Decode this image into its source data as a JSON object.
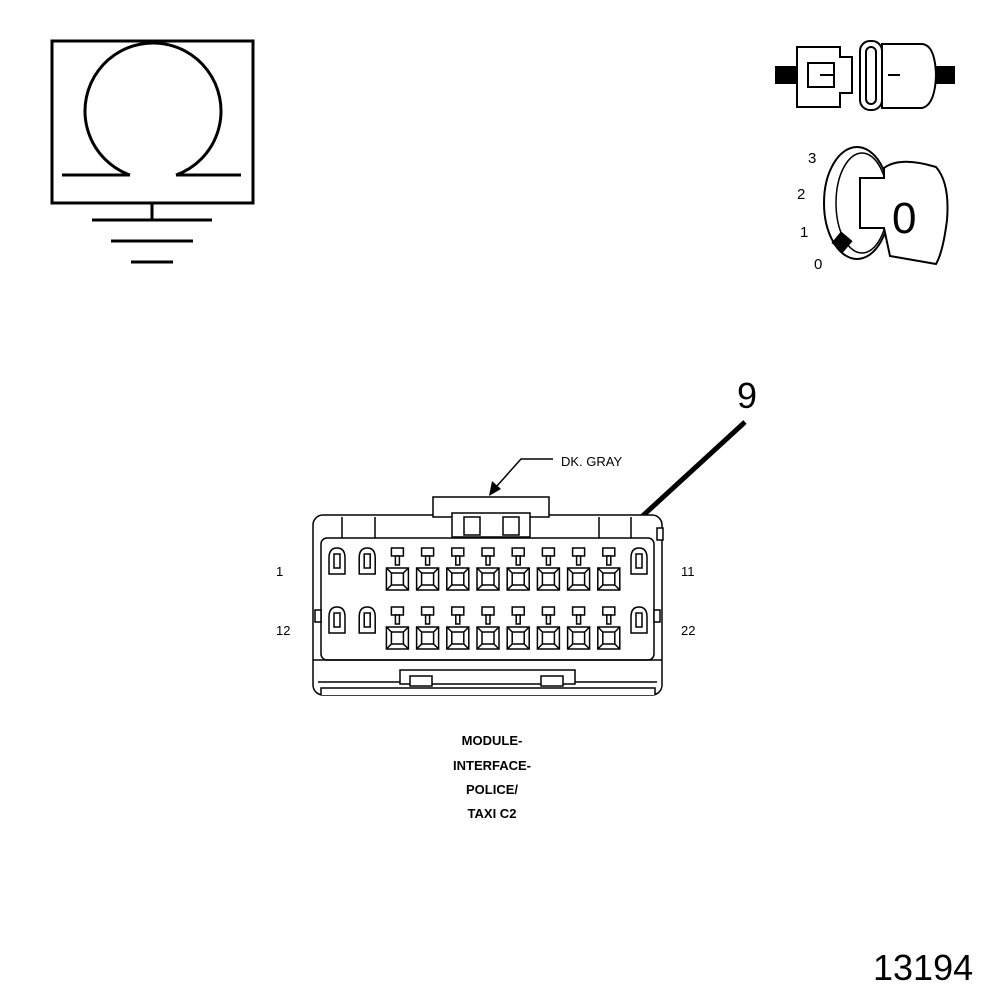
{
  "ohmmeter": {
    "symbol": "Ω"
  },
  "ignition": {
    "positions": [
      "3",
      "2",
      "1",
      "0"
    ],
    "key_position": "0"
  },
  "connector": {
    "color_label": "DK. GRAY",
    "callout_pin": "9",
    "pin_labels": {
      "top_left": "1",
      "top_right": "11",
      "bottom_left": "12",
      "bottom_right": "22"
    },
    "name_lines": [
      "MODULE-",
      "INTERFACE-",
      "POLICE/",
      "TAXI C2"
    ]
  },
  "figure_number": "13194"
}
